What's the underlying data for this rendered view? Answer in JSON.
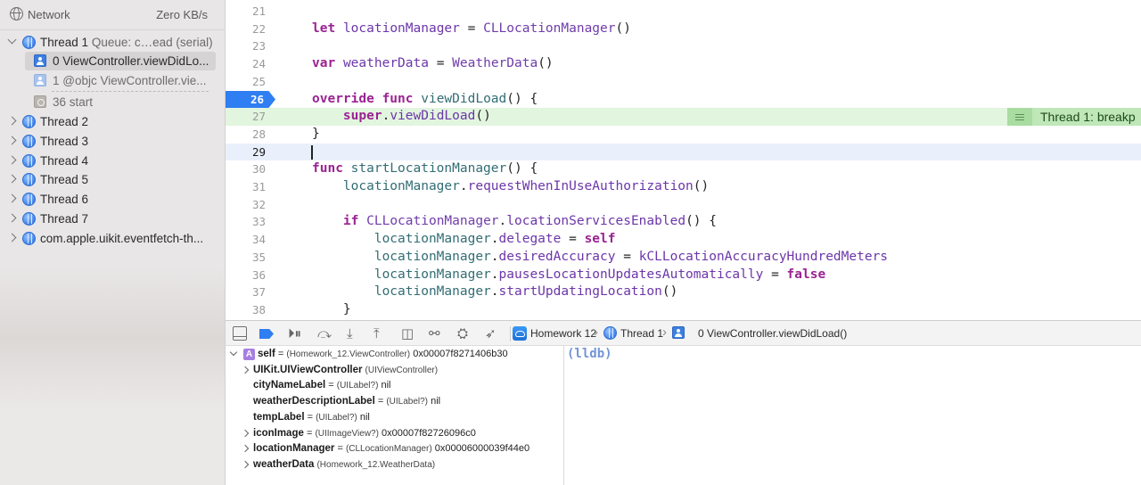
{
  "navigator": {
    "header_label": "Network",
    "header_rate": "Zero KB/s",
    "thread1": {
      "name": "Thread 1",
      "queue": "Queue: c…ead (serial)"
    },
    "frames": [
      {
        "label": "0 ViewController.viewDidLo..."
      },
      {
        "label": "1 @objc ViewController.vie..."
      },
      {
        "label": "36 start"
      }
    ],
    "threads": [
      {
        "name": "Thread 2"
      },
      {
        "name": "Thread 3"
      },
      {
        "name": "Thread 4"
      },
      {
        "name": "Thread 5"
      },
      {
        "name": "Thread 6"
      },
      {
        "name": "Thread 7"
      },
      {
        "name": "com.apple.uikit.eventfetch-th..."
      }
    ]
  },
  "editor": {
    "lines": [
      {
        "n": "21"
      },
      {
        "n": "22",
        "t": [
          [
            "let",
            "kw"
          ],
          [
            " "
          ],
          [
            "locationManager",
            "pr"
          ],
          [
            " = "
          ],
          [
            "CLLocationManager",
            "tp"
          ],
          [
            "()"
          ]
        ]
      },
      {
        "n": "23"
      },
      {
        "n": "24",
        "t": [
          [
            "var",
            "kw"
          ],
          [
            " "
          ],
          [
            "weatherData",
            "pr"
          ],
          [
            " = "
          ],
          [
            "WeatherData",
            "tp"
          ],
          [
            "()"
          ]
        ]
      },
      {
        "n": "25"
      },
      {
        "n": "26",
        "t": [
          [
            "override",
            "kw"
          ],
          [
            " "
          ],
          [
            "func",
            "kw"
          ],
          [
            " "
          ],
          [
            "viewDidLoad",
            "fn"
          ],
          [
            "() {"
          ]
        ]
      },
      {
        "n": "27",
        "t": [
          [
            "    "
          ],
          [
            "super",
            "kw"
          ],
          [
            "."
          ],
          [
            "viewDidLoad",
            "pr"
          ],
          [
            "()"
          ]
        ]
      },
      {
        "n": "28",
        "t": [
          [
            "}"
          ]
        ]
      },
      {
        "n": "29"
      },
      {
        "n": "30",
        "t": [
          [
            "func",
            "kw"
          ],
          [
            " "
          ],
          [
            "startLocationManager",
            "fn"
          ],
          [
            "() {"
          ]
        ]
      },
      {
        "n": "31",
        "t": [
          [
            "    "
          ],
          [
            "locationManager",
            "fn"
          ],
          [
            "."
          ],
          [
            "requestWhenInUseAuthorization",
            "pr"
          ],
          [
            "()"
          ]
        ]
      },
      {
        "n": "32"
      },
      {
        "n": "33",
        "t": [
          [
            "    "
          ],
          [
            "if",
            "kw"
          ],
          [
            " "
          ],
          [
            "CLLocationManager",
            "tp"
          ],
          [
            "."
          ],
          [
            "locationServicesEnabled",
            "pr"
          ],
          [
            "() {"
          ]
        ]
      },
      {
        "n": "34",
        "t": [
          [
            "        "
          ],
          [
            "locationManager",
            "fn"
          ],
          [
            "."
          ],
          [
            "delegate",
            "pr"
          ],
          [
            " = "
          ],
          [
            "self",
            "kw"
          ]
        ]
      },
      {
        "n": "35",
        "t": [
          [
            "        "
          ],
          [
            "locationManager",
            "fn"
          ],
          [
            "."
          ],
          [
            "desiredAccuracy",
            "pr"
          ],
          [
            " = "
          ],
          [
            "kCLLocationAccuracyHundredMeters",
            "pr"
          ]
        ]
      },
      {
        "n": "36",
        "t": [
          [
            "        "
          ],
          [
            "locationManager",
            "fn"
          ],
          [
            "."
          ],
          [
            "pausesLocationUpdatesAutomatically",
            "pr"
          ],
          [
            " = "
          ],
          [
            "false",
            "kw"
          ]
        ]
      },
      {
        "n": "37",
        "t": [
          [
            "        "
          ],
          [
            "locationManager",
            "fn"
          ],
          [
            "."
          ],
          [
            "startUpdatingLocation",
            "pr"
          ],
          [
            "()"
          ]
        ]
      },
      {
        "n": "38",
        "t": [
          [
            "    }"
          ]
        ]
      }
    ],
    "breakpoint_line": "26",
    "current_line": "29",
    "highlight_line": "27",
    "thread_badge": "Thread 1: breakp"
  },
  "debugbar": {
    "crumbs": [
      "Homework 12",
      "Thread 1",
      "0 ViewController.viewDidLoad()"
    ]
  },
  "variables": [
    {
      "indent": 0,
      "expanded": true,
      "badge": "A",
      "name": "self",
      "sep": " = ",
      "type": "(Homework_12.ViewController)",
      "value": " 0x00007f8271406b30"
    },
    {
      "indent": 1,
      "expandable": true,
      "name": "UIKit.UIViewController",
      "sep": " ",
      "type": "(UIViewController)",
      "value": ""
    },
    {
      "indent": 1,
      "name": "cityNameLabel",
      "sep": " = ",
      "type": "(UILabel?)",
      "value": " nil"
    },
    {
      "indent": 1,
      "name": "weatherDescriptionLabel",
      "sep": " = ",
      "type": "(UILabel?)",
      "value": " nil"
    },
    {
      "indent": 1,
      "name": "tempLabel",
      "sep": " = ",
      "type": "(UILabel?)",
      "value": " nil"
    },
    {
      "indent": 1,
      "expandable": true,
      "name": "iconImage",
      "sep": " = ",
      "type": "(UIImageView?)",
      "value": " 0x00007f82726096c0"
    },
    {
      "indent": 1,
      "expandable": true,
      "name": "locationManager",
      "sep": " = ",
      "type": "(CLLocationManager)",
      "value": " 0x00006000039f44e0"
    },
    {
      "indent": 1,
      "expandable": true,
      "name": "weatherData",
      "sep": " ",
      "type": "(Homework_12.WeatherData)",
      "value": ""
    }
  ],
  "console": {
    "prompt": "(lldb)"
  },
  "colors": {
    "breakpoint": "#2f7ef2",
    "keyword": "#9b2393",
    "type": "#703daa",
    "function": "#326d74",
    "property": "#6c36a9",
    "current_line": "#e9f0fb",
    "highlight_line": "#e2f5df"
  }
}
